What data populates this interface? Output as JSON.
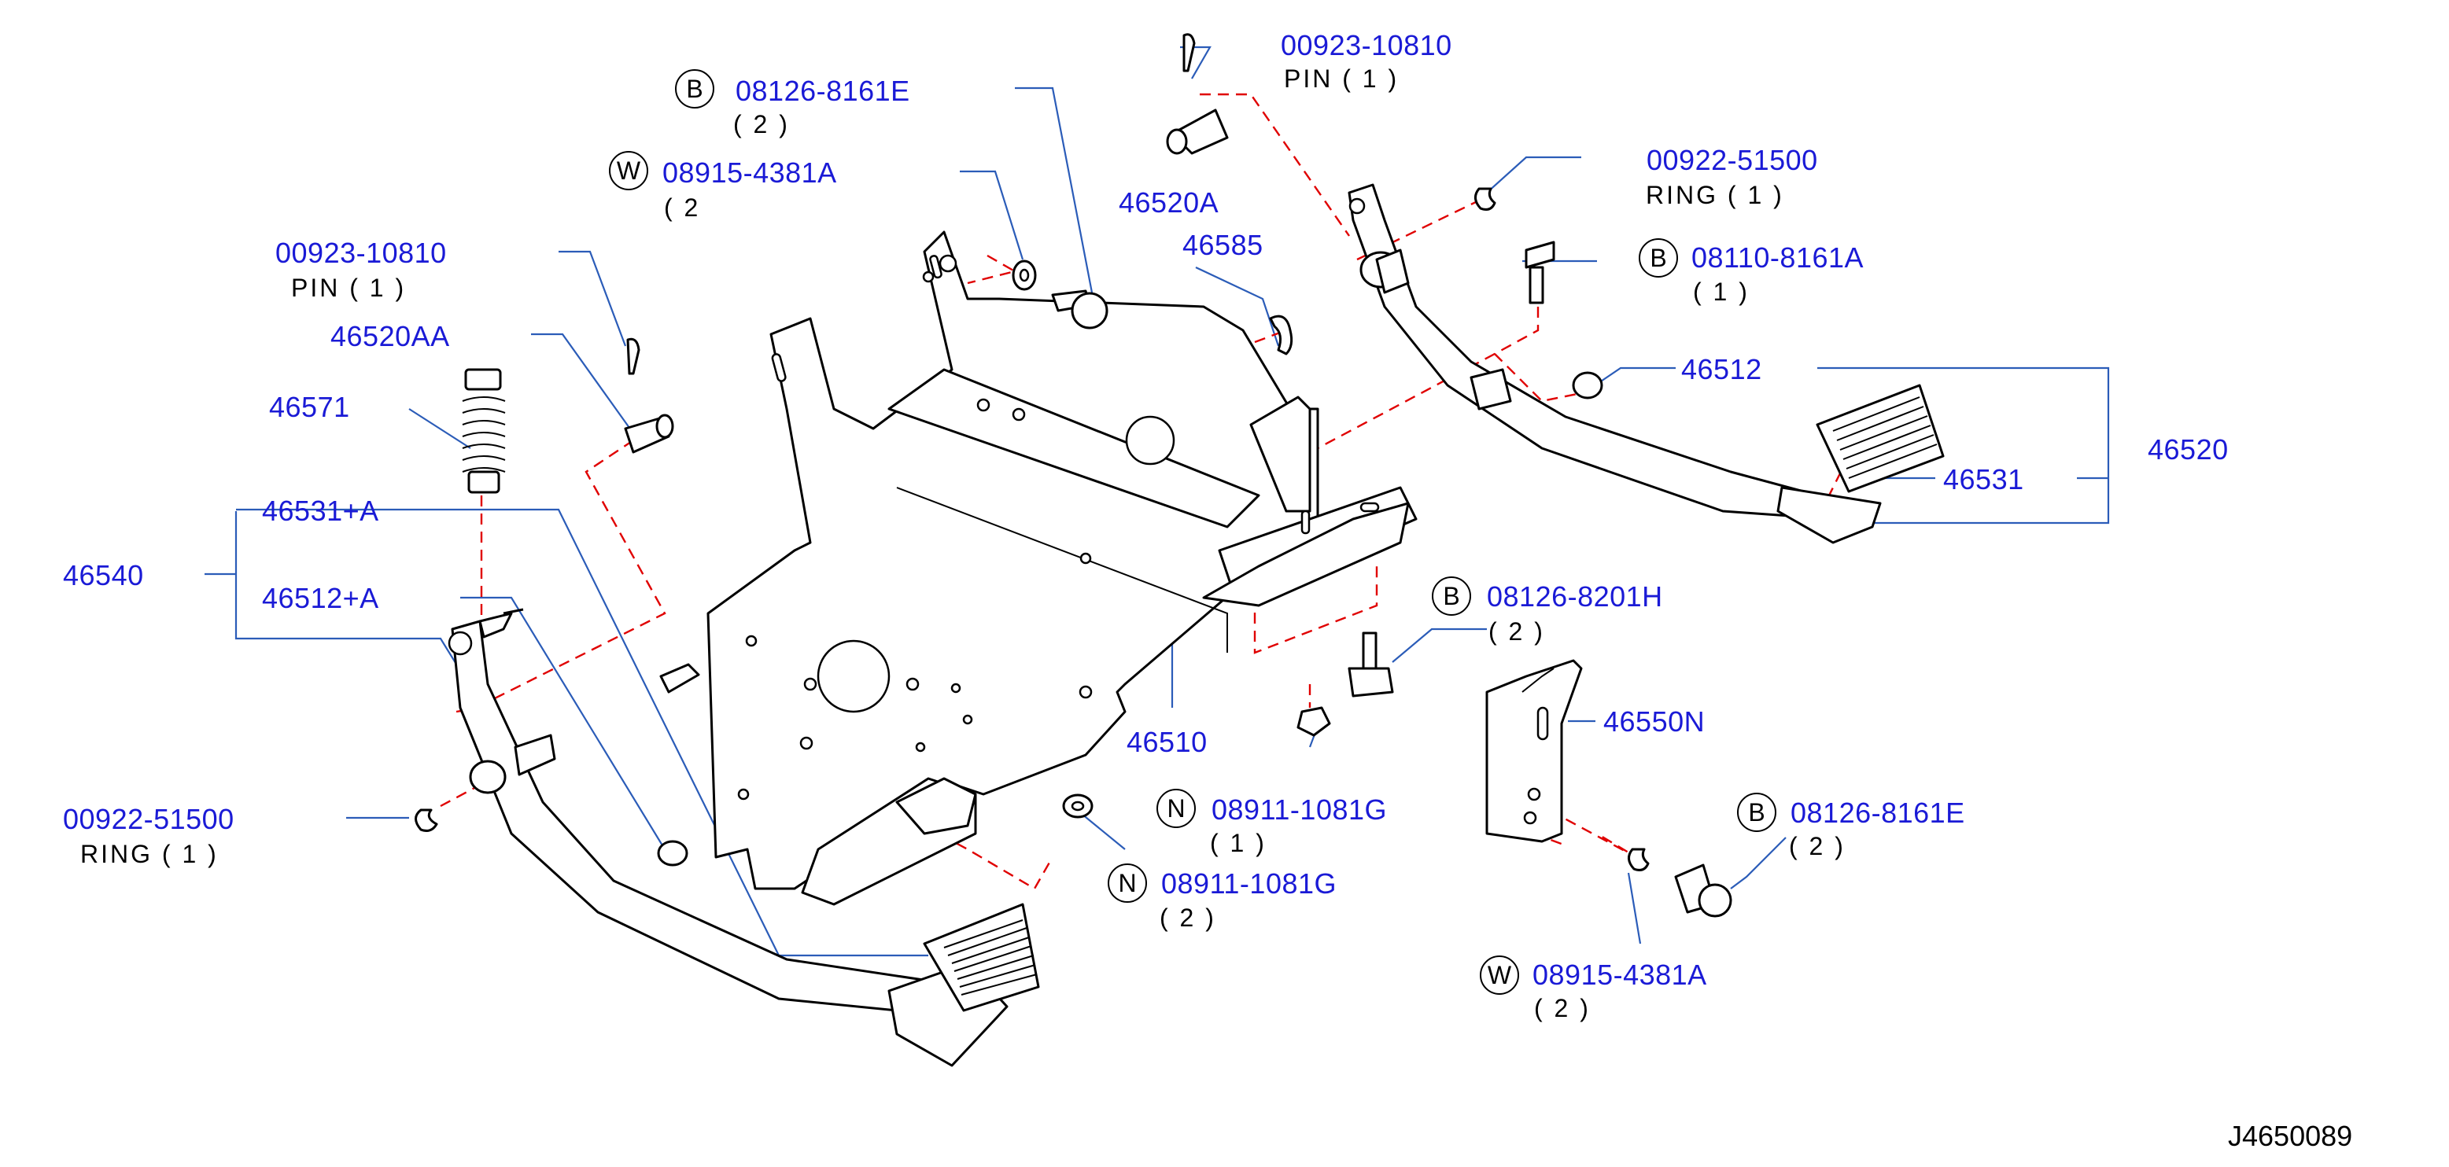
{
  "diagram_id": "J4650089",
  "callouts": [
    {
      "id": "c1",
      "badge": "B",
      "part_no": "08126-8161E",
      "note": "( 2 )"
    },
    {
      "id": "c2",
      "badge": "W",
      "part_no": "08915-4381A",
      "note": "( 2"
    },
    {
      "id": "c3",
      "badge": "",
      "part_no": "00923-10810",
      "note": "PIN  ( 1 )"
    },
    {
      "id": "c4",
      "badge": "",
      "part_no": "46520AA",
      "note": ""
    },
    {
      "id": "c5",
      "badge": "",
      "part_no": "46571",
      "note": ""
    },
    {
      "id": "c6",
      "badge": "",
      "part_no": "46531+A",
      "note": ""
    },
    {
      "id": "c7",
      "badge": "",
      "part_no": "46540",
      "note": ""
    },
    {
      "id": "c8",
      "badge": "",
      "part_no": "46512+A",
      "note": ""
    },
    {
      "id": "c9",
      "badge": "",
      "part_no": "00922-51500",
      "note": "RING  ( 1 )"
    },
    {
      "id": "c10",
      "badge": "",
      "part_no": "00923-10810",
      "note": "PIN    ( 1 )"
    },
    {
      "id": "c11",
      "badge": "",
      "part_no": "46520A",
      "note": ""
    },
    {
      "id": "c12",
      "badge": "",
      "part_no": "46585",
      "note": ""
    },
    {
      "id": "c13",
      "badge": "",
      "part_no": "00922-51500",
      "note": "RING    ( 1 )"
    },
    {
      "id": "c14",
      "badge": "B",
      "part_no": "08110-8161A",
      "note": "( 1 )"
    },
    {
      "id": "c15",
      "badge": "",
      "part_no": "46512",
      "note": ""
    },
    {
      "id": "c16",
      "badge": "",
      "part_no": "46520",
      "note": ""
    },
    {
      "id": "c17",
      "badge": "",
      "part_no": "46531",
      "note": ""
    },
    {
      "id": "c18",
      "badge": "B",
      "part_no": "08126-8201H",
      "note": "( 2 )"
    },
    {
      "id": "c19",
      "badge": "",
      "part_no": "46510",
      "note": ""
    },
    {
      "id": "c20",
      "badge": "",
      "part_no": "46550N",
      "note": ""
    },
    {
      "id": "c21",
      "badge": "N",
      "part_no": "08911-1081G",
      "note": "( 1 )"
    },
    {
      "id": "c22",
      "badge": "N",
      "part_no": "08911-1081G",
      "note": "( 2 )"
    },
    {
      "id": "c23",
      "badge": "B",
      "part_no": "08126-8161E",
      "note": "( 2 )"
    },
    {
      "id": "c24",
      "badge": "W",
      "part_no": "08915-4381A",
      "note": "( 2 )"
    }
  ]
}
